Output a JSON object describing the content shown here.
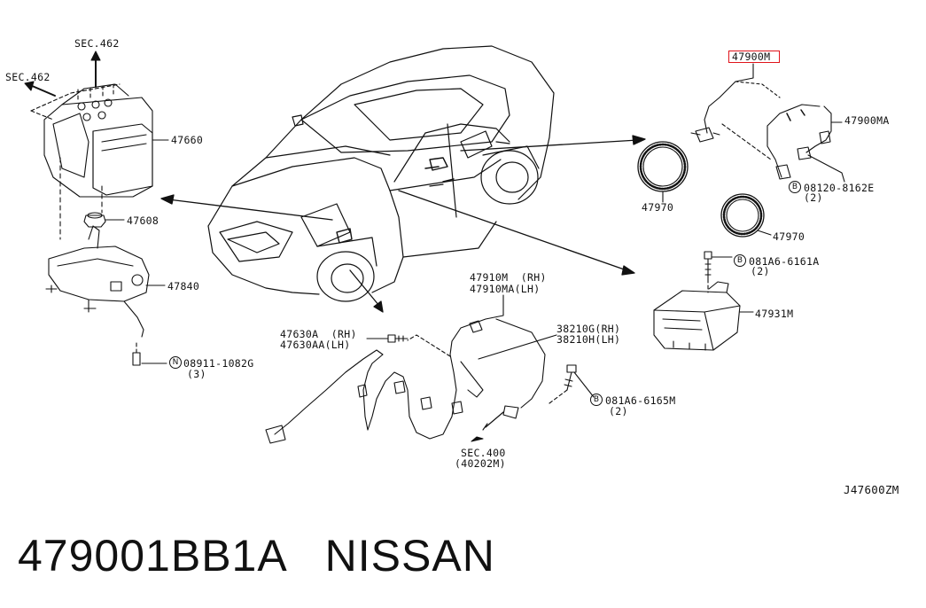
{
  "diagram": {
    "refs": {
      "sec462_top": "SEC.462",
      "sec462_left": "SEC.462",
      "sec400": "SEC.400",
      "sec400_sub": "(40202M)"
    },
    "parts": {
      "p47660": "47660",
      "p47608": "47608",
      "p47840": "47840",
      "p08911": "08911-1082G",
      "p08911_qty": "(3)",
      "p47630a": "47630A  (RH)",
      "p47630aa": "47630AA(LH)",
      "p47910m": "47910M  (RH)",
      "p47910ma": "47910MA(LH)",
      "p38210g": "38210G(RH)",
      "p38210h": "38210H(LH)",
      "p081a6_6165m": "081A6-6165M",
      "p081a6_6165m_qty": "(2)",
      "p47900m": "47900M",
      "p47900ma": "47900MA",
      "p08120": "08120-8162E",
      "p08120_qty": "(2)",
      "p47970_a": "47970",
      "p47970_b": "47970",
      "p081a6_6161a": "081A6-6161A",
      "p081a6_6161a_qty": "(2)",
      "p47931m": "47931M"
    },
    "markers": {
      "n": "N",
      "b": "B"
    },
    "diagram_code": "J47600ZM",
    "highlight_color": "#e0141b"
  },
  "caption": {
    "part_number": "479001BB1A",
    "brand": "NISSAN"
  }
}
